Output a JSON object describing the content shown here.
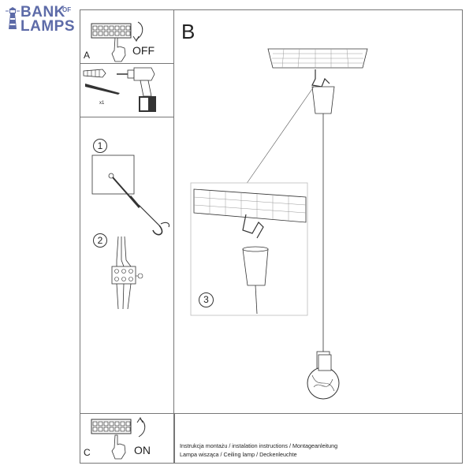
{
  "brand": {
    "line1": "BANK",
    "of": "OF",
    "line2": "LAMPS",
    "color": "#5d6ba8"
  },
  "sections": {
    "a_label": "A",
    "b_label": "B",
    "c_label": "C",
    "off_label": "OFF",
    "on_label": "ON"
  },
  "steps": {
    "step1": "1",
    "step2": "2",
    "step3": "3"
  },
  "kit_count": "x1",
  "footer": {
    "line1": "Instrukcja montażu / instalation instructions / Montageanleitung",
    "line2": "Lampa wisząca / Ceiling lamp  / Deckenleuchte"
  },
  "icons": [
    "lighthouse-icon",
    "terminal-block-icon",
    "hand-icon",
    "curved-arrow-icon",
    "drill-icon",
    "wall-plug-icon",
    "screw-icon",
    "ceiling-mount-icon",
    "hook-icon",
    "canopy-icon",
    "bulb-icon"
  ]
}
